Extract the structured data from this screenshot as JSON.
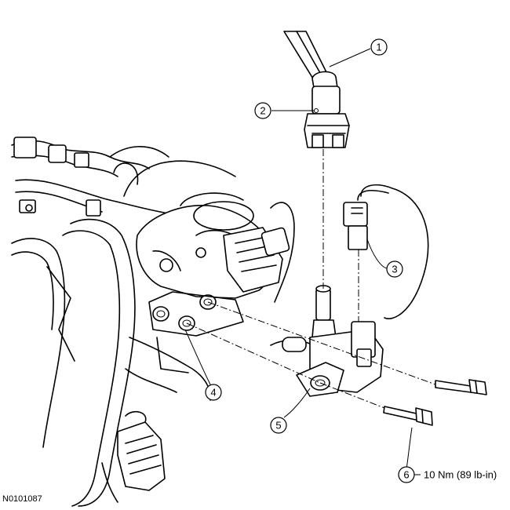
{
  "figure_id": "N0101087",
  "callouts": [
    {
      "number": "1"
    },
    {
      "number": "2"
    },
    {
      "number": "3"
    },
    {
      "number": "4"
    },
    {
      "number": "5"
    },
    {
      "number": "6",
      "spec": "10 Nm (89 lb-in)"
    }
  ]
}
